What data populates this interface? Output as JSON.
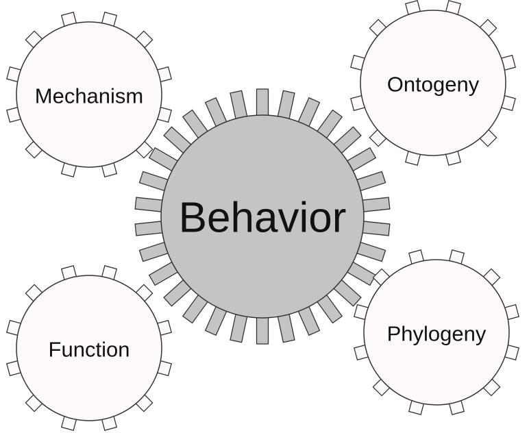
{
  "diagram": {
    "center": {
      "label": "Behavior",
      "fill": "#c4c4c4",
      "stroke": "#333333"
    },
    "satellites": [
      {
        "id": "mechanism",
        "label": "Mechanism"
      },
      {
        "id": "ontogeny",
        "label": "Ontogeny"
      },
      {
        "id": "function",
        "label": "Function"
      },
      {
        "id": "phylogeny",
        "label": "Phylogeny"
      }
    ],
    "colors": {
      "satellite_fill": "#fefafc",
      "satellite_stroke": "#333333",
      "background": "#ffffff"
    }
  }
}
